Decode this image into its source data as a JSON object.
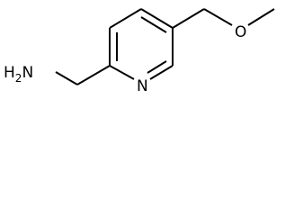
{
  "molecule": {
    "labels": {
      "amine_h": "H",
      "amine_sub": "2",
      "amine_n": "N",
      "ring_n": "N",
      "ether_o": "O"
    }
  }
}
